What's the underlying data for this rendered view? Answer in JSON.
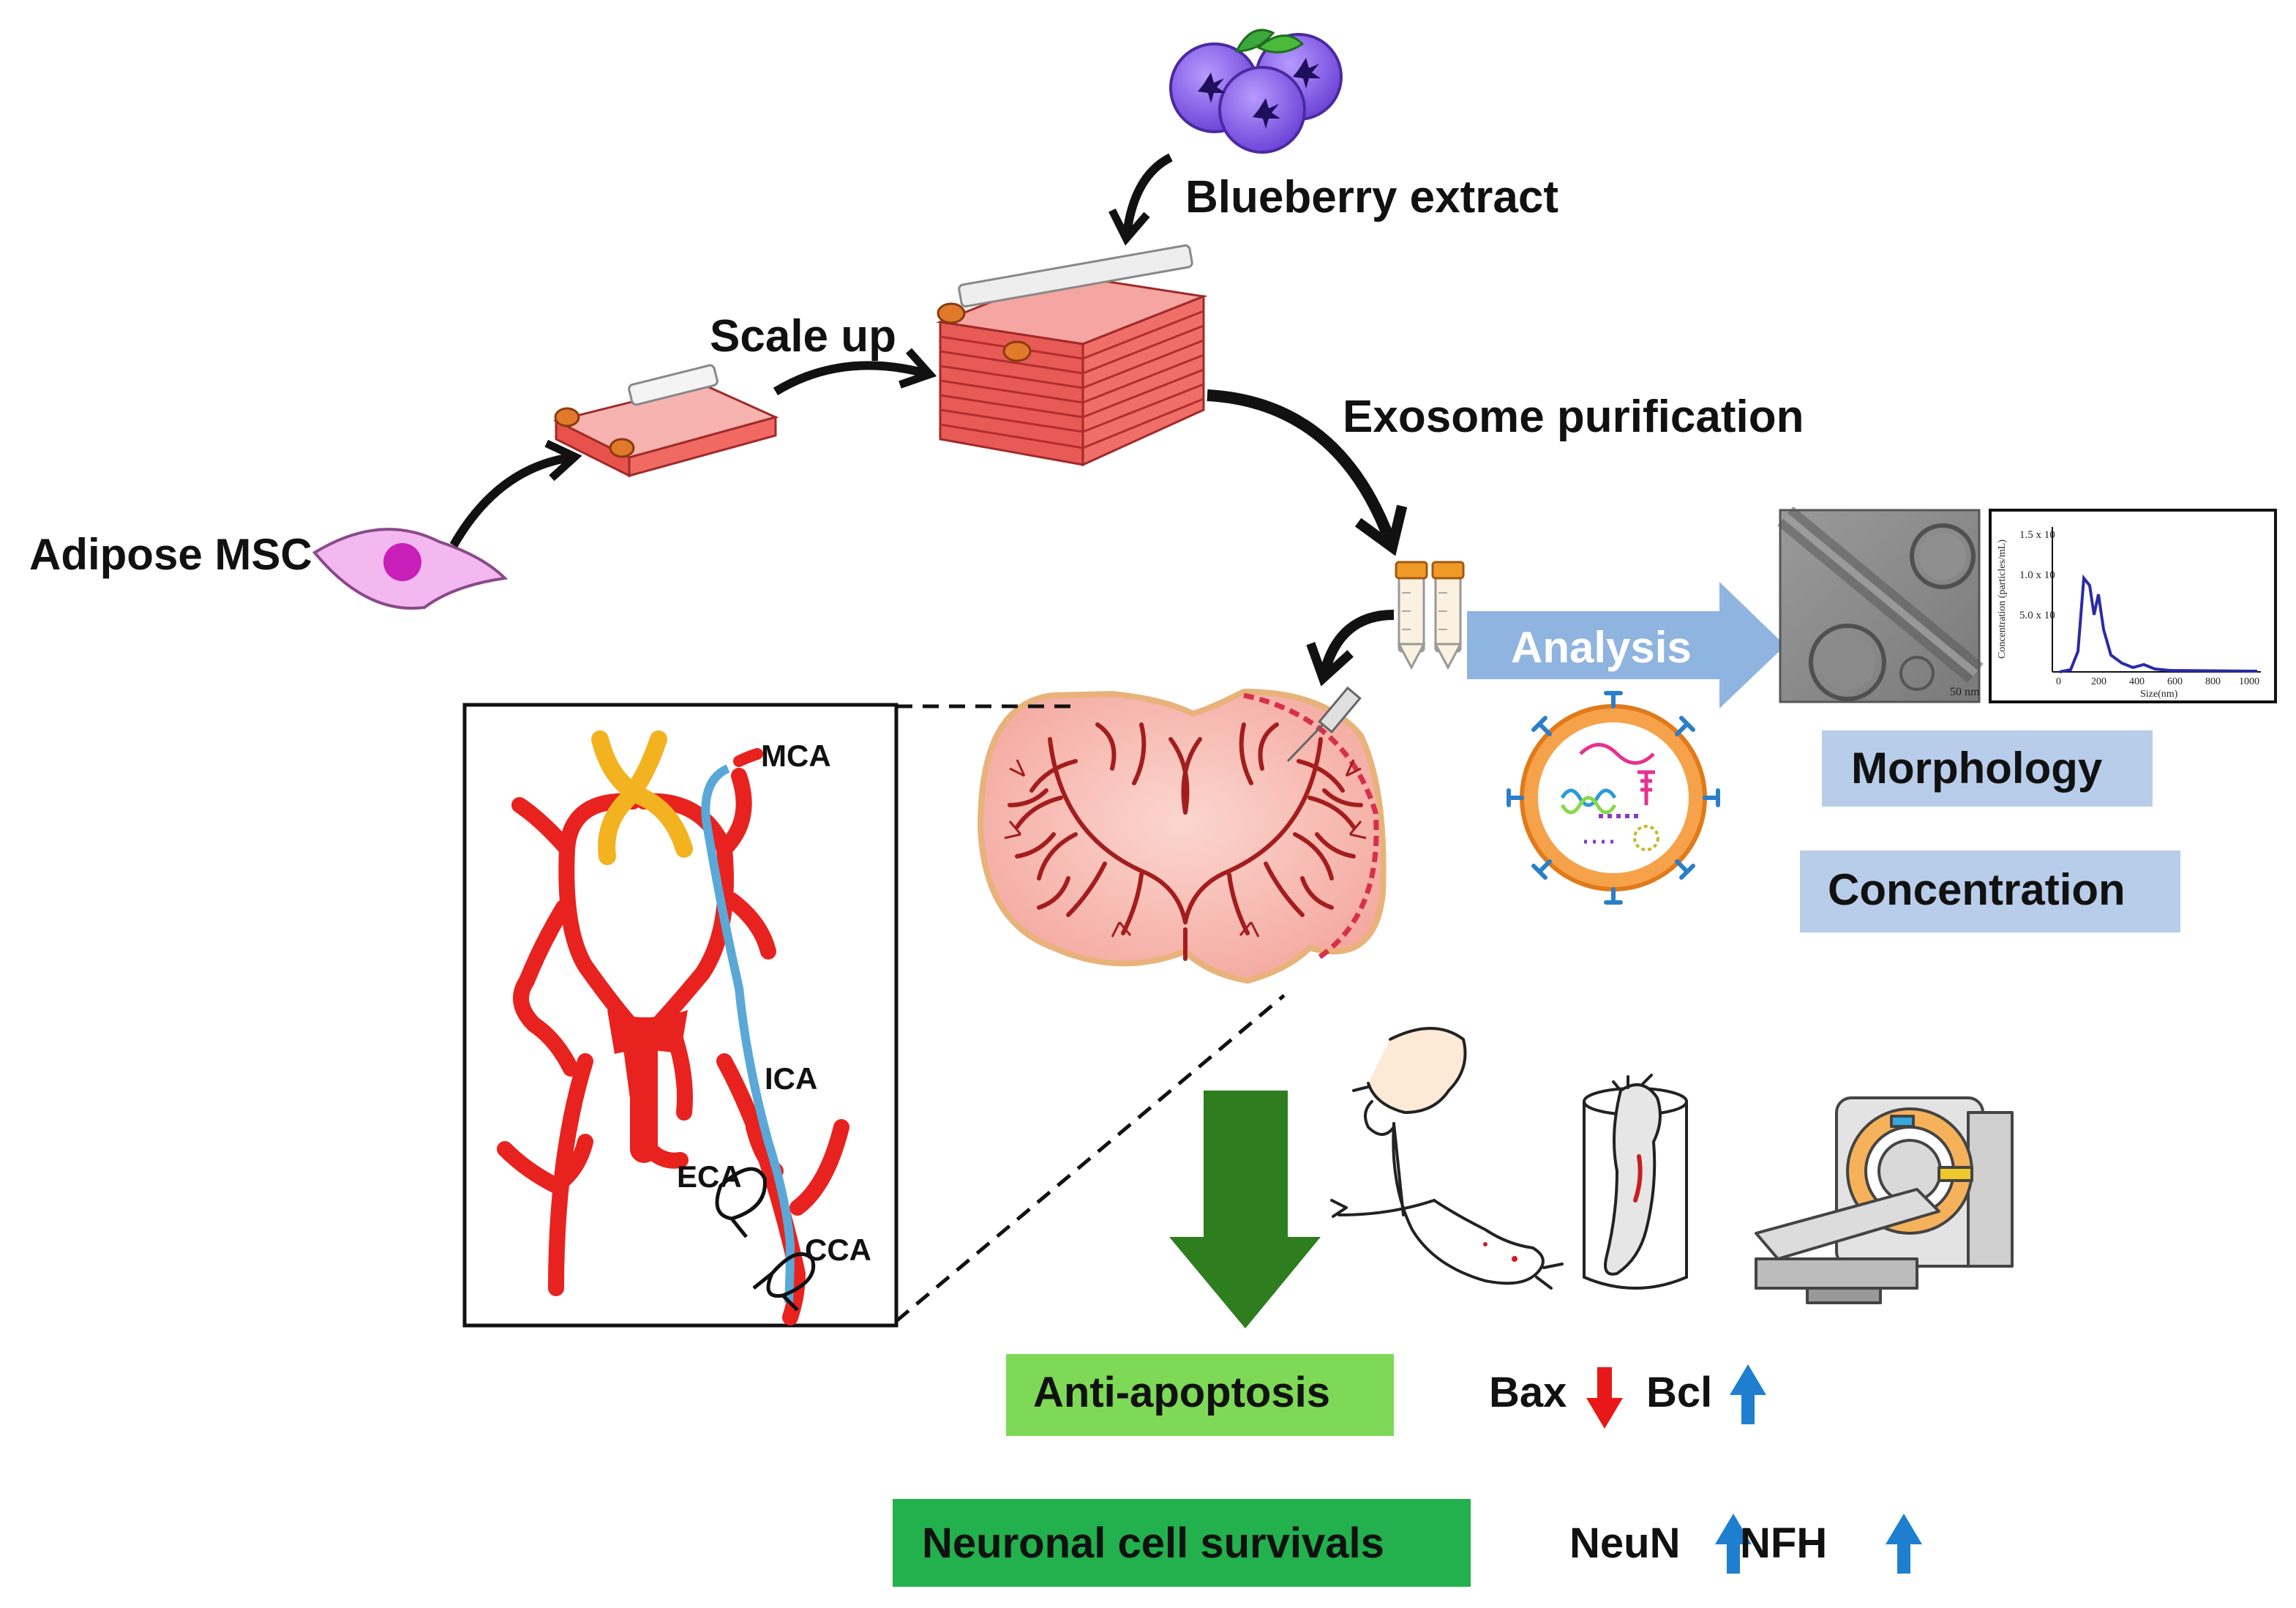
{
  "labels": {
    "adipose_msc": "Adipose MSC",
    "scale_up": "Scale up",
    "blueberry_extract": "Blueberry extract",
    "exosome_purification": "Exosome purification",
    "analysis": "Analysis",
    "morphology": "Morphology",
    "concentration": "Concentration",
    "anti_apoptosis": "Anti-apoptosis",
    "neuronal_cell_survivals": "Neuronal cell survivals",
    "bax": "Bax",
    "bcl": "Bcl",
    "neun": "NeuN",
    "nfh": "NFH"
  },
  "vessels": {
    "mca": "MCA",
    "ica": "ICA",
    "eca": "ECA",
    "cca": "CCA"
  },
  "nta_plot": {
    "y_ticks": [
      "1.5 x 10",
      "1.0 x 10",
      "5.0 x 10"
    ],
    "y_label": "Concentration (particles/mL)",
    "x_ticks": [
      "0",
      "200",
      "400",
      "600",
      "800",
      "1000"
    ],
    "x_label": "Size(nm)"
  },
  "tem_scale": "50 nm",
  "colors": {
    "analysis_arrow": "#8fb4e0",
    "info_box": "#b8cdea",
    "anti_apoptosis_box": "#7ed957",
    "neuronal_box": "#22b14c",
    "down_arrow_green": "#2e7d1f",
    "vessel_red": "#e8221f",
    "ica_blue": "#5aa8d8",
    "up_arrow_blue": "#1e7fd0",
    "down_arrow_red": "#e81818"
  }
}
